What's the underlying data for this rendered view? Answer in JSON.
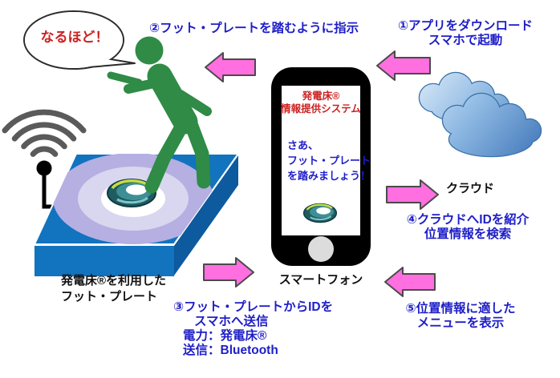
{
  "diagram": {
    "speech_bubble": {
      "text": "なるほど！"
    },
    "steps": {
      "step1": {
        "lines": [
          "①アプリをダウンロード",
          "スマホで起動"
        ]
      },
      "step2": {
        "text": "②フット・プレートを踏むように指示"
      },
      "step3": {
        "lines": [
          "③フット・プレートからIDを",
          "スマホへ送信",
          "電力：発電床®",
          "送信：Bluetooth"
        ]
      },
      "step4": {
        "lines": [
          "④クラウドへIDを紹介",
          "位置情報を検索"
        ]
      },
      "step5": {
        "lines": [
          "⑤位置情報に適した",
          "メニューを表示"
        ]
      }
    },
    "phone_screen": {
      "title_lines": [
        "発電床®",
        "情報提供システム"
      ],
      "message_lines": [
        "さあ、",
        "フット・プレート",
        "を踏みましょう！"
      ]
    },
    "labels": {
      "cloud": "クラウド",
      "smartphone": "スマートフォン",
      "foot_plate_lines": [
        "発電床®を利用した",
        "フット・プレート"
      ]
    },
    "icons": [
      "wifi-signal-icon",
      "cloud-icon",
      "ring-device-icon",
      "person-icon",
      "smartphone-icon",
      "arrow-icon"
    ],
    "colors": {
      "arrow_pink": "#ff6fe0",
      "text_blue": "#1e1ec8",
      "text_red": "#cc2222",
      "plate_blue": "#1273be",
      "plate_side_blue": "#0d5a9f",
      "person_green": "#2f8b46",
      "cloud_blue": "#5c95ce",
      "ring_outer_purple": "#b5afe2",
      "ring_inner_purple": "#d9d6f0"
    }
  }
}
